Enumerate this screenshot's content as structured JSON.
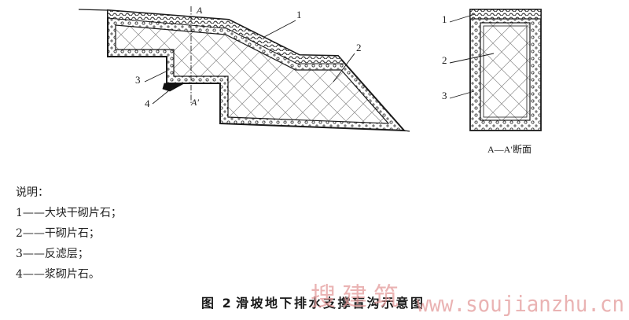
{
  "figure": {
    "number": "图 2",
    "title": "滑坡地下排水支撑盲沟示意图"
  },
  "profile": {
    "section_mark": {
      "top": "A",
      "bottom": "A′"
    },
    "callouts": {
      "large_dry_rubble": "1",
      "dry_rubble": "2",
      "filter_layer": "3",
      "mortar_rubble": "4"
    }
  },
  "section": {
    "caption": "A—A′断面",
    "callouts": {
      "large_dry_rubble": "1",
      "dry_rubble": "2",
      "filter_layer": "3"
    }
  },
  "legend": {
    "heading": "说明：",
    "items": [
      "1——大块干砌片石；",
      "2——干砌片石；",
      "3——反滤层；",
      "4——浆砌片石。"
    ]
  },
  "watermark": {
    "brand": "搜建筑",
    "url": "www.soujianzhu.cn"
  },
  "colors": {
    "line": "#1a1a1a",
    "hatch": "#8a8a8a",
    "watermark": "#e49a9a"
  }
}
